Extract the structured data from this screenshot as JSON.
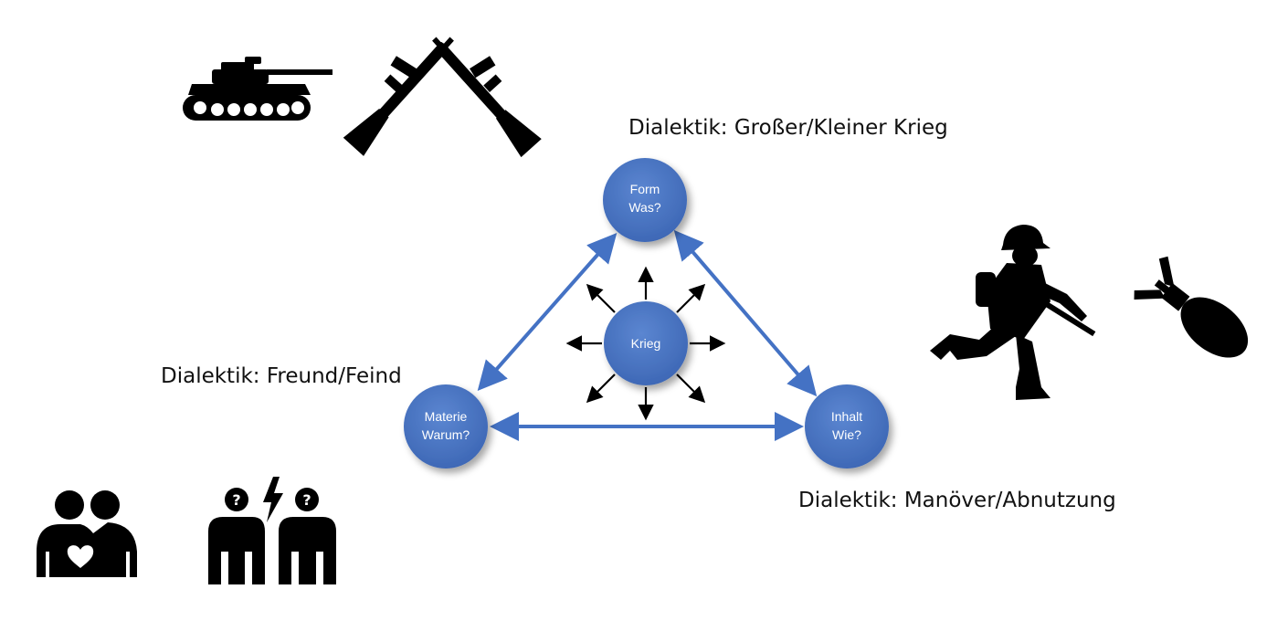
{
  "labels": {
    "top": "Dialektik: Großer/Kleiner Krieg",
    "left": "Dialektik: Freund/Feind",
    "right": "Dialektik: Manöver/Abnutzung"
  },
  "nodes": {
    "center": {
      "line1": "Krieg"
    },
    "top": {
      "line1": "Form",
      "line2": "Was?"
    },
    "left": {
      "line1": "Materie",
      "line2": "Warum?"
    },
    "right": {
      "line1": "Inhalt",
      "line2": "Wie?"
    }
  },
  "colors": {
    "node_fill": "#4472C4",
    "connector": "#4472C4",
    "icon": "#000000"
  },
  "icons": [
    "tank-icon",
    "crossed-rifles-icon",
    "soldier-icon",
    "bomb-icon",
    "couple-icon",
    "conflict-people-icon"
  ]
}
